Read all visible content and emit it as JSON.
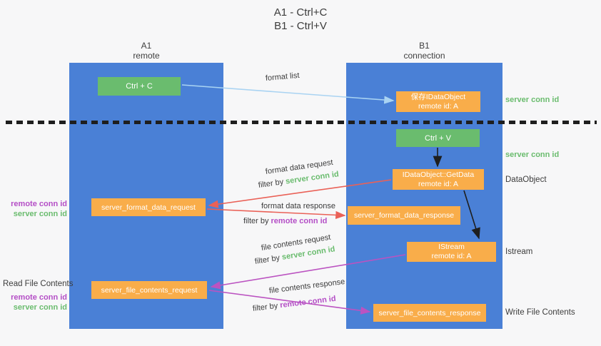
{
  "title": {
    "line1": "A1 - Ctrl+C",
    "line2": "B1 - Ctrl+V"
  },
  "columns": {
    "a1": {
      "name": "A1",
      "subtitle": "remote"
    },
    "b1": {
      "name": "B1",
      "subtitle": "connection"
    }
  },
  "nodes": {
    "ctrl_c": "Ctrl + C",
    "save_idataobject": {
      "line1": "保存IDataObject",
      "line2": "remote id: A"
    },
    "ctrl_v": "Ctrl + V",
    "getdata": {
      "line1": "IDataObject::GetData",
      "line2": "remote id: A"
    },
    "format_request": "server_format_data_request",
    "format_response": "server_format_data_response",
    "istream": {
      "line1": "IStream",
      "line2": "remote id: A"
    },
    "file_request": "server_file_contents_request",
    "file_response": "server_file_contents_response"
  },
  "edges": {
    "format_list": {
      "label": "format list"
    },
    "format_request": {
      "label": "format data request",
      "filter_prefix": "filter by",
      "filter_key": "server conn id"
    },
    "format_response": {
      "label": "format data response",
      "filter_prefix": "filter by",
      "filter_key": "remote conn id"
    },
    "file_request": {
      "label": "file contents request",
      "filter_prefix": "filter by",
      "filter_key": "server conn id"
    },
    "file_response": {
      "label": "file contents response",
      "filter_prefix": "filter by",
      "filter_key": "remote conn id"
    }
  },
  "left_labels": {
    "format": {
      "remote": "remote conn id",
      "server": "server conn id"
    },
    "read_title": "Read File Contents",
    "file": {
      "remote": "remote conn id",
      "server": "server conn id"
    }
  },
  "right_labels": {
    "conn_top": "server conn id",
    "conn_mid": "server conn id",
    "dataobject": "DataObject",
    "istream": "Istream",
    "write": "Write File Contents"
  },
  "colors": {
    "background": "#f7f7f8",
    "lifeline_blue": "#4a80d6",
    "action_green": "#6abc6e",
    "node_orange": "#f9ad4a",
    "arrow_light_blue": "#a9d3f2",
    "arrow_red": "#ea6157",
    "arrow_magenta": "#bb53c1",
    "text_green": "#6abc6e",
    "text_purple": "#b44ec6",
    "text_dark": "#3c3c3c",
    "divider_black": "#1e1e1e"
  }
}
